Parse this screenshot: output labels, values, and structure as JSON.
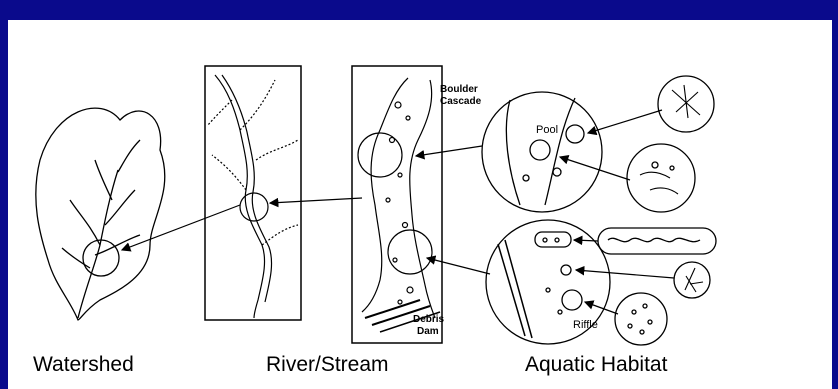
{
  "captions": {
    "watershed": "Watershed",
    "river_stream": "River/Stream",
    "aquatic_habitat": "Aquatic Habitat"
  },
  "labels": {
    "boulder": "Boulder",
    "cascade": "Cascade",
    "pool": "Pool",
    "riffle": "Riffle",
    "debris": "Debris",
    "dam": "Dam"
  },
  "colors": {
    "frame": "#0a0a8c",
    "ink": "#000000"
  }
}
